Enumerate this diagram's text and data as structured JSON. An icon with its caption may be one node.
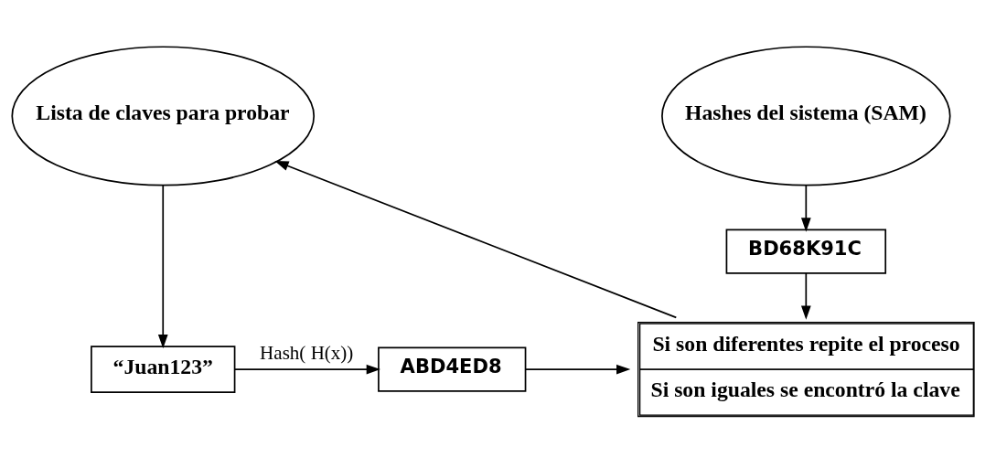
{
  "diagram": {
    "nodes": [
      {
        "text": [
          "Lista de claves para probar"
        ]
      },
      {
        "text": [
          "Hashes del sistema (SAM)"
        ]
      },
      {
        "text": [
          "BD68K91C"
        ]
      },
      {
        "text": [
          "“Juan123”"
        ]
      },
      {
        "text": [
          "ABD4ED8"
        ]
      },
      {
        "text": [
          "Si son diferentes repite el proceso",
          "Si son iguales se encontró la clave"
        ]
      }
    ],
    "edges": [
      {
        "from": 0,
        "to": 3,
        "arrow": "to"
      },
      {
        "from": 1,
        "to": 2,
        "arrow": "to"
      },
      {
        "from": 3,
        "to": 4,
        "arrow": "to",
        "label": "Hash( H(x))"
      },
      {
        "from": 2,
        "to": 5,
        "arrow": "to"
      },
      {
        "from": 4,
        "to": 5,
        "arrow": "to"
      },
      {
        "from": 5,
        "to": 0,
        "arrow": "to"
      }
    ]
  }
}
